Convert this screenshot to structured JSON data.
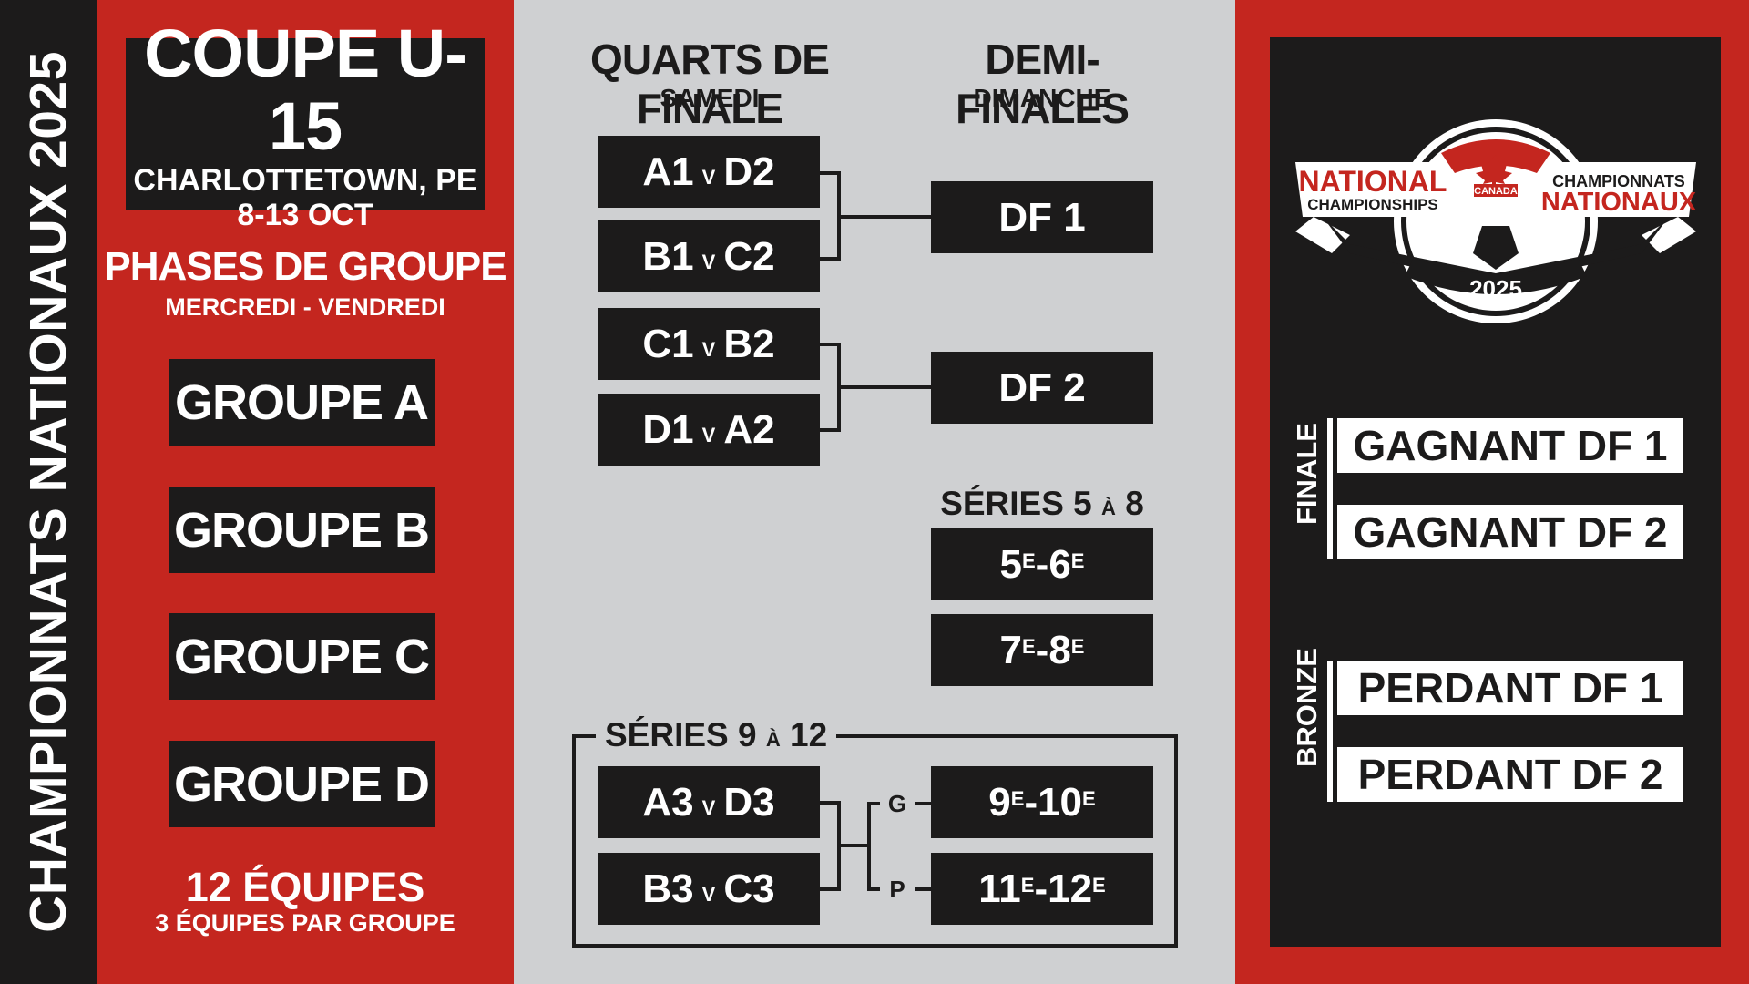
{
  "side_title": "CHAMPIONNATS NATIONAUX 2025",
  "header": {
    "cup": "COUPE U-15",
    "city": "CHARLOTTETOWN, PE",
    "dates": "8-13 OCT"
  },
  "group_phase": {
    "title": "PHASES DE GROUPE",
    "days": "MERCREDI - VENDREDI",
    "groups": [
      "GROUPE A",
      "GROUPE B",
      "GROUPE C",
      "GROUPE D"
    ],
    "teams": "12 ÉQUIPES",
    "teams_per_group": "3 ÉQUIPES PAR GROUPE"
  },
  "quarters": {
    "title": "QUARTS DE FINALE",
    "day": "SAMEDI",
    "matches": [
      {
        "home": "A1",
        "sep": "V",
        "away": "D2"
      },
      {
        "home": "B1",
        "sep": "V",
        "away": "C2"
      },
      {
        "home": "C1",
        "sep": "V",
        "away": "B2"
      },
      {
        "home": "D1",
        "sep": "V",
        "away": "A2"
      }
    ]
  },
  "semis": {
    "title": "DEMI-FINALES",
    "day": "DIMANCHE",
    "matches": [
      "DF 1",
      "DF 2"
    ]
  },
  "series_5_8": {
    "title_a": "SÉRIES 5",
    "title_small": "À",
    "title_b": "8",
    "places": [
      {
        "a": "5",
        "a_sup": "E",
        "b": "-6",
        "b_sup": "E"
      },
      {
        "a": "7",
        "a_sup": "E",
        "b": "-8",
        "b_sup": "E"
      }
    ]
  },
  "series_9_12": {
    "title_a": "SÉRIES 9",
    "title_small": "À",
    "title_b": "12",
    "matches": [
      {
        "home": "A3",
        "sep": "V",
        "away": "D3"
      },
      {
        "home": "B3",
        "sep": "V",
        "away": "C3"
      }
    ],
    "winner_label": "G",
    "loser_label": "P",
    "places": [
      {
        "a": "9",
        "a_sup": "E",
        "b": "-10",
        "b_sup": "E"
      },
      {
        "a": "11",
        "a_sup": "E",
        "b": "-12",
        "b_sup": "E"
      }
    ]
  },
  "finals": {
    "final_label": "FINALE",
    "final_slots": [
      "GAGNANT DF 1",
      "GAGNANT DF 2"
    ],
    "bronze_label": "BRONZE",
    "bronze_slots": [
      "PERDANT DF 1",
      "PERDANT DF 2"
    ]
  },
  "logo": {
    "left_line1": "NATIONAL",
    "left_line2": "CHAMPIONSHIPS",
    "right_line1": "CHAMPIONNATS",
    "right_line2": "NATIONAUX",
    "country": "CANADA",
    "year": "2025"
  },
  "colors": {
    "red": "#c4261f",
    "dark": "#1c1b1b",
    "grey": "#cfd0d2",
    "white": "#ffffff"
  }
}
